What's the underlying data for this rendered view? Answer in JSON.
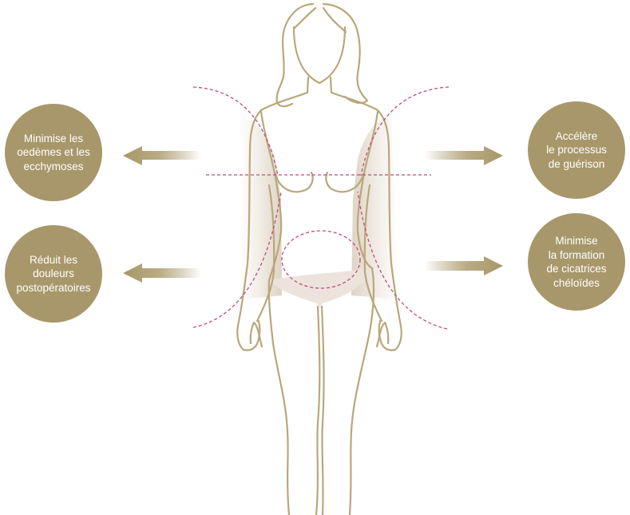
{
  "colors": {
    "gold": "#a8976a",
    "outline": "#b9a77a",
    "zone_dash": "#c2477f",
    "brief": "#ede6df",
    "shadow": "#e7dfd3"
  },
  "icons": {
    "figure": "female-body-outline-icon",
    "arrow": "arrow-icon"
  },
  "benefits": [
    {
      "lines": [
        "Minimise les",
        "oedèmes et les",
        "ecchymoses"
      ]
    },
    {
      "lines": [
        "Réduit les",
        "douleurs",
        "postopératoires"
      ]
    },
    {
      "lines": [
        "Accélère",
        "le processus",
        "de guérison"
      ]
    },
    {
      "lines": [
        "Minimise",
        "la formation",
        "de cicatrices",
        "chéloïdes"
      ]
    }
  ]
}
